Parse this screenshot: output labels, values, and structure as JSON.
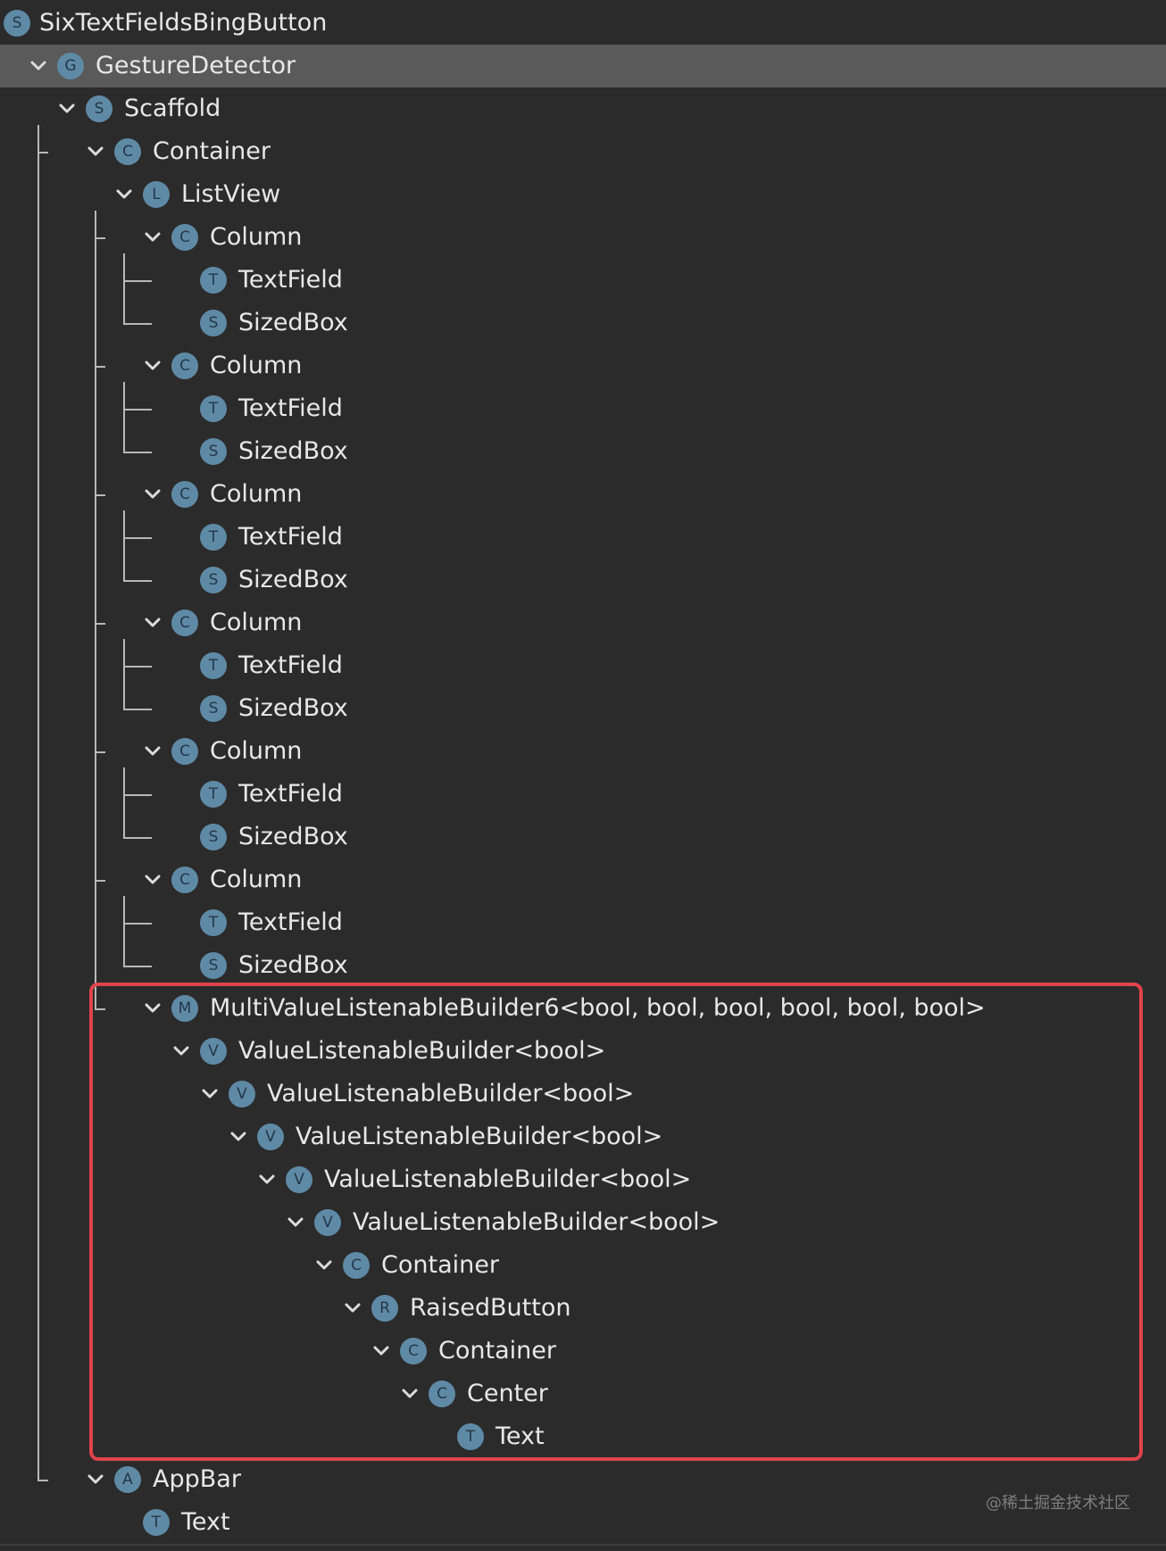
{
  "tree": [
    {
      "label": "SixTextFieldsBingButton",
      "badge": "S",
      "depth": 0,
      "expanded": false,
      "has_toggle": false,
      "selected": false
    },
    {
      "label": "GestureDetector",
      "badge": "G",
      "depth": 1,
      "expanded": true,
      "has_toggle": true,
      "selected": true
    },
    {
      "label": "Scaffold",
      "badge": "S",
      "depth": 2,
      "expanded": true,
      "has_toggle": true,
      "selected": false
    },
    {
      "label": "Container",
      "badge": "C",
      "depth": 3,
      "expanded": true,
      "has_toggle": true,
      "selected": false
    },
    {
      "label": "ListView",
      "badge": "L",
      "depth": 4,
      "expanded": true,
      "has_toggle": true,
      "selected": false
    },
    {
      "label": "Column",
      "badge": "C",
      "depth": 5,
      "expanded": true,
      "has_toggle": true,
      "selected": false
    },
    {
      "label": "TextField",
      "badge": "T",
      "depth": 6,
      "expanded": false,
      "has_toggle": false,
      "selected": false
    },
    {
      "label": "SizedBox",
      "badge": "S",
      "depth": 6,
      "expanded": false,
      "has_toggle": false,
      "selected": false
    },
    {
      "label": "Column",
      "badge": "C",
      "depth": 5,
      "expanded": true,
      "has_toggle": true,
      "selected": false
    },
    {
      "label": "TextField",
      "badge": "T",
      "depth": 6,
      "expanded": false,
      "has_toggle": false,
      "selected": false
    },
    {
      "label": "SizedBox",
      "badge": "S",
      "depth": 6,
      "expanded": false,
      "has_toggle": false,
      "selected": false
    },
    {
      "label": "Column",
      "badge": "C",
      "depth": 5,
      "expanded": true,
      "has_toggle": true,
      "selected": false
    },
    {
      "label": "TextField",
      "badge": "T",
      "depth": 6,
      "expanded": false,
      "has_toggle": false,
      "selected": false
    },
    {
      "label": "SizedBox",
      "badge": "S",
      "depth": 6,
      "expanded": false,
      "has_toggle": false,
      "selected": false
    },
    {
      "label": "Column",
      "badge": "C",
      "depth": 5,
      "expanded": true,
      "has_toggle": true,
      "selected": false
    },
    {
      "label": "TextField",
      "badge": "T",
      "depth": 6,
      "expanded": false,
      "has_toggle": false,
      "selected": false
    },
    {
      "label": "SizedBox",
      "badge": "S",
      "depth": 6,
      "expanded": false,
      "has_toggle": false,
      "selected": false
    },
    {
      "label": "Column",
      "badge": "C",
      "depth": 5,
      "expanded": true,
      "has_toggle": true,
      "selected": false
    },
    {
      "label": "TextField",
      "badge": "T",
      "depth": 6,
      "expanded": false,
      "has_toggle": false,
      "selected": false
    },
    {
      "label": "SizedBox",
      "badge": "S",
      "depth": 6,
      "expanded": false,
      "has_toggle": false,
      "selected": false
    },
    {
      "label": "Column",
      "badge": "C",
      "depth": 5,
      "expanded": true,
      "has_toggle": true,
      "selected": false
    },
    {
      "label": "TextField",
      "badge": "T",
      "depth": 6,
      "expanded": false,
      "has_toggle": false,
      "selected": false
    },
    {
      "label": "SizedBox",
      "badge": "S",
      "depth": 6,
      "expanded": false,
      "has_toggle": false,
      "selected": false
    },
    {
      "label": "MultiValueListenableBuilder6<bool, bool, bool, bool, bool, bool>",
      "badge": "M",
      "depth": 5,
      "expanded": true,
      "has_toggle": true,
      "selected": false
    },
    {
      "label": "ValueListenableBuilder<bool>",
      "badge": "V",
      "depth": 6,
      "expanded": true,
      "has_toggle": true,
      "selected": false
    },
    {
      "label": "ValueListenableBuilder<bool>",
      "badge": "V",
      "depth": 7,
      "expanded": true,
      "has_toggle": true,
      "selected": false
    },
    {
      "label": "ValueListenableBuilder<bool>",
      "badge": "V",
      "depth": 8,
      "expanded": true,
      "has_toggle": true,
      "selected": false
    },
    {
      "label": "ValueListenableBuilder<bool>",
      "badge": "V",
      "depth": 9,
      "expanded": true,
      "has_toggle": true,
      "selected": false
    },
    {
      "label": "ValueListenableBuilder<bool>",
      "badge": "V",
      "depth": 10,
      "expanded": true,
      "has_toggle": true,
      "selected": false
    },
    {
      "label": "Container",
      "badge": "C",
      "depth": 11,
      "expanded": true,
      "has_toggle": true,
      "selected": false
    },
    {
      "label": "RaisedButton",
      "badge": "R",
      "depth": 12,
      "expanded": true,
      "has_toggle": true,
      "selected": false
    },
    {
      "label": "Container",
      "badge": "C",
      "depth": 13,
      "expanded": true,
      "has_toggle": true,
      "selected": false
    },
    {
      "label": "Center",
      "badge": "C",
      "depth": 14,
      "expanded": true,
      "has_toggle": true,
      "selected": false
    },
    {
      "label": "Text",
      "badge": "T",
      "depth": 15,
      "expanded": false,
      "has_toggle": false,
      "selected": false
    },
    {
      "label": "AppBar",
      "badge": "A",
      "depth": 3,
      "expanded": true,
      "has_toggle": true,
      "selected": false
    },
    {
      "label": "Text",
      "badge": "T",
      "depth": 4,
      "expanded": false,
      "has_toggle": false,
      "selected": false
    }
  ],
  "highlight_box_color": "#e0444a",
  "watermark": "@稀土掘金技术社区"
}
